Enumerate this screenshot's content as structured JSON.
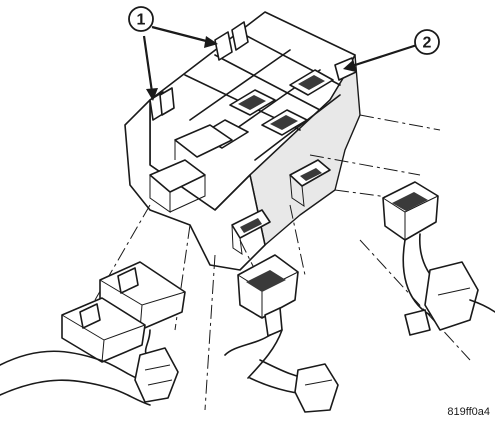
{
  "callouts": {
    "one": "1",
    "two": "2"
  },
  "figure_id": "819ff0a4",
  "colors": {
    "line": "#1a1a1a",
    "background": "#ffffff"
  }
}
